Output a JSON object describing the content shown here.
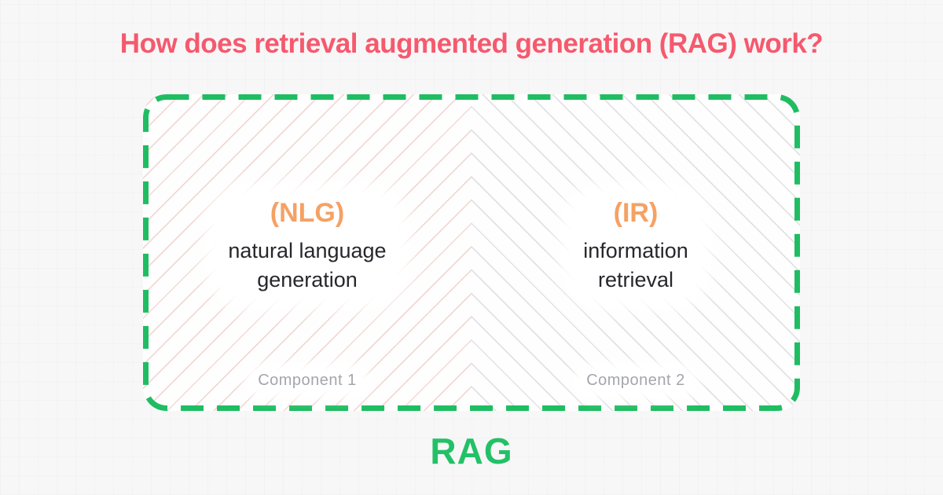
{
  "page": {
    "background": "#f8f7f8"
  },
  "title": {
    "text": "How does retrieval augmented generation (RAG) work?",
    "color": "#f6596d"
  },
  "box": {
    "border_color": "#1fbd62",
    "label": "RAG",
    "label_color": "#23c167",
    "abbr_color": "#f5a164",
    "name_color": "#27272c",
    "caption_color": "#a4a6ad",
    "halves": [
      {
        "abbr": "(NLG)",
        "name_line1": "natural language",
        "name_line2": "generation",
        "caption": "Component 1",
        "hatch_direction": "diagonal-up",
        "hatch_color": "#f2d9d5"
      },
      {
        "abbr": "(IR)",
        "name_line1": "information",
        "name_line2": "retrieval",
        "caption": "Component 2",
        "hatch_direction": "diagonal-down",
        "hatch_color": "#e2e2e5"
      }
    ]
  }
}
